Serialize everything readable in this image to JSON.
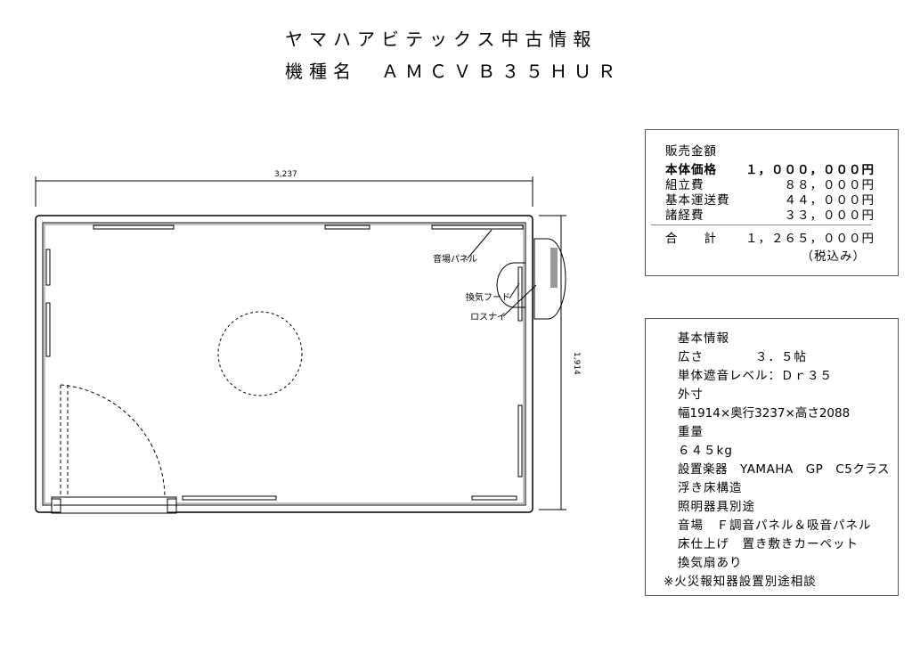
{
  "header": {
    "title": "ヤマハアビテックス中古情報",
    "model_line": "機種名　ＡＭＣＶＢ３５ＨＵＲ"
  },
  "drawing": {
    "width_dim": "3,237",
    "depth_dim": "1,914",
    "labels": {
      "panel": "音場パネル",
      "hood": "換気フード",
      "losnay": "ロスナイ"
    }
  },
  "price": {
    "heading": "販売金額",
    "items": [
      {
        "label": "本体価格",
        "value": "１，０００，０００円"
      },
      {
        "label": "組立費",
        "value": "８８，０００円"
      },
      {
        "label": "基本運送費",
        "value": "４４，０００円"
      },
      {
        "label": "諸経費",
        "value": "３３，０００円"
      }
    ],
    "total_label": "合　　計",
    "total_value": "１，２６５，０００円",
    "tax_note": "（税込み）"
  },
  "info": {
    "lines": [
      "基本情報",
      "広さ　　　　３．５帖",
      "単体遮音レベル：Ｄｒ３５",
      "外寸",
      "幅1914×奥行3237×高さ2088",
      "重量",
      "６４５kg",
      "設置楽器　YAMAHA　GP　C5クラス",
      "浮き床構造",
      "照明器具別途",
      "音場　Ｆ調音パネル＆吸音パネル",
      "床仕上げ　置き敷きカーペット",
      "換気扇あり"
    ],
    "note": "※火災報知器設置別途相談"
  }
}
